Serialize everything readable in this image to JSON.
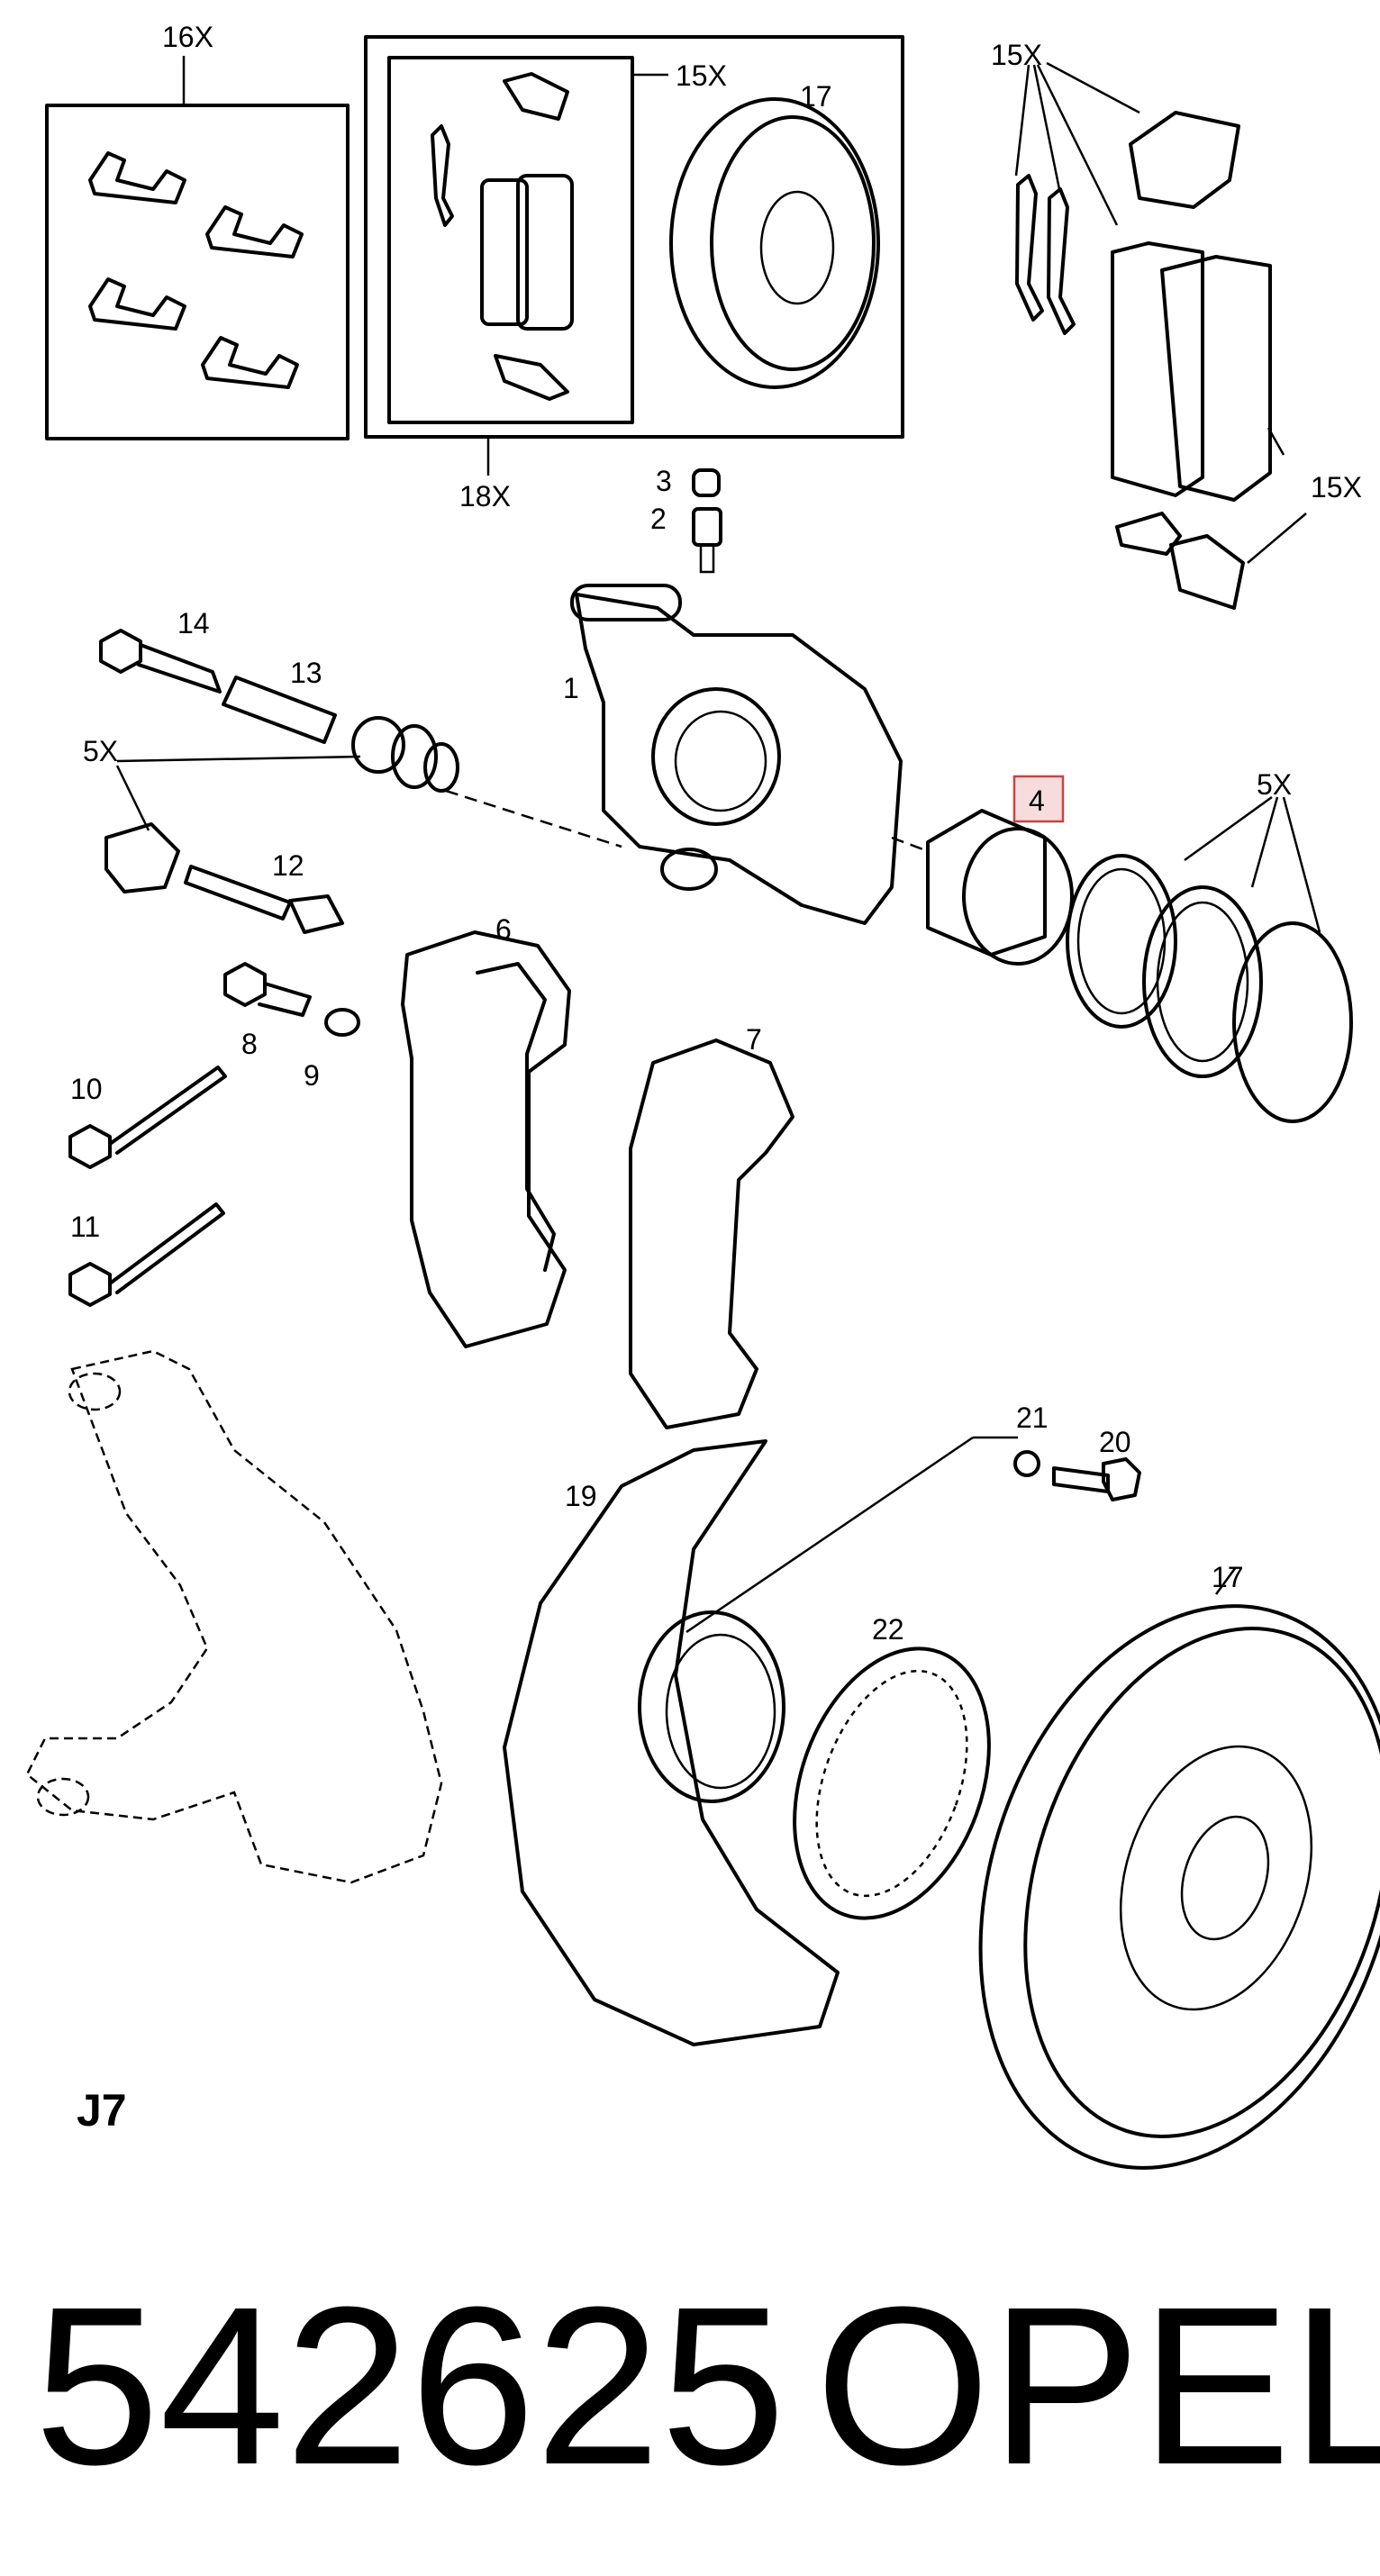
{
  "diagram": {
    "section_code": "J7",
    "part_number": "542625",
    "brand": "OPEL",
    "highlighted_callout": "4",
    "labels": {
      "l16x": "16X",
      "l15x_box": "15X",
      "l17_top": "17",
      "l18x": "18X",
      "l15x_right_top": "15X",
      "l15x_right_bottom": "15X",
      "l3": "3",
      "l2": "2",
      "l14": "14",
      "l13": "13",
      "l1": "1",
      "l5x_left": "5X",
      "l5x_right": "5X",
      "l12": "12",
      "l6": "6",
      "l8": "8",
      "l9": "9",
      "l7": "7",
      "l10": "10",
      "l11": "11",
      "l21": "21",
      "l20": "20",
      "l19": "19",
      "l17_bottom": "17",
      "l22": "22"
    }
  }
}
